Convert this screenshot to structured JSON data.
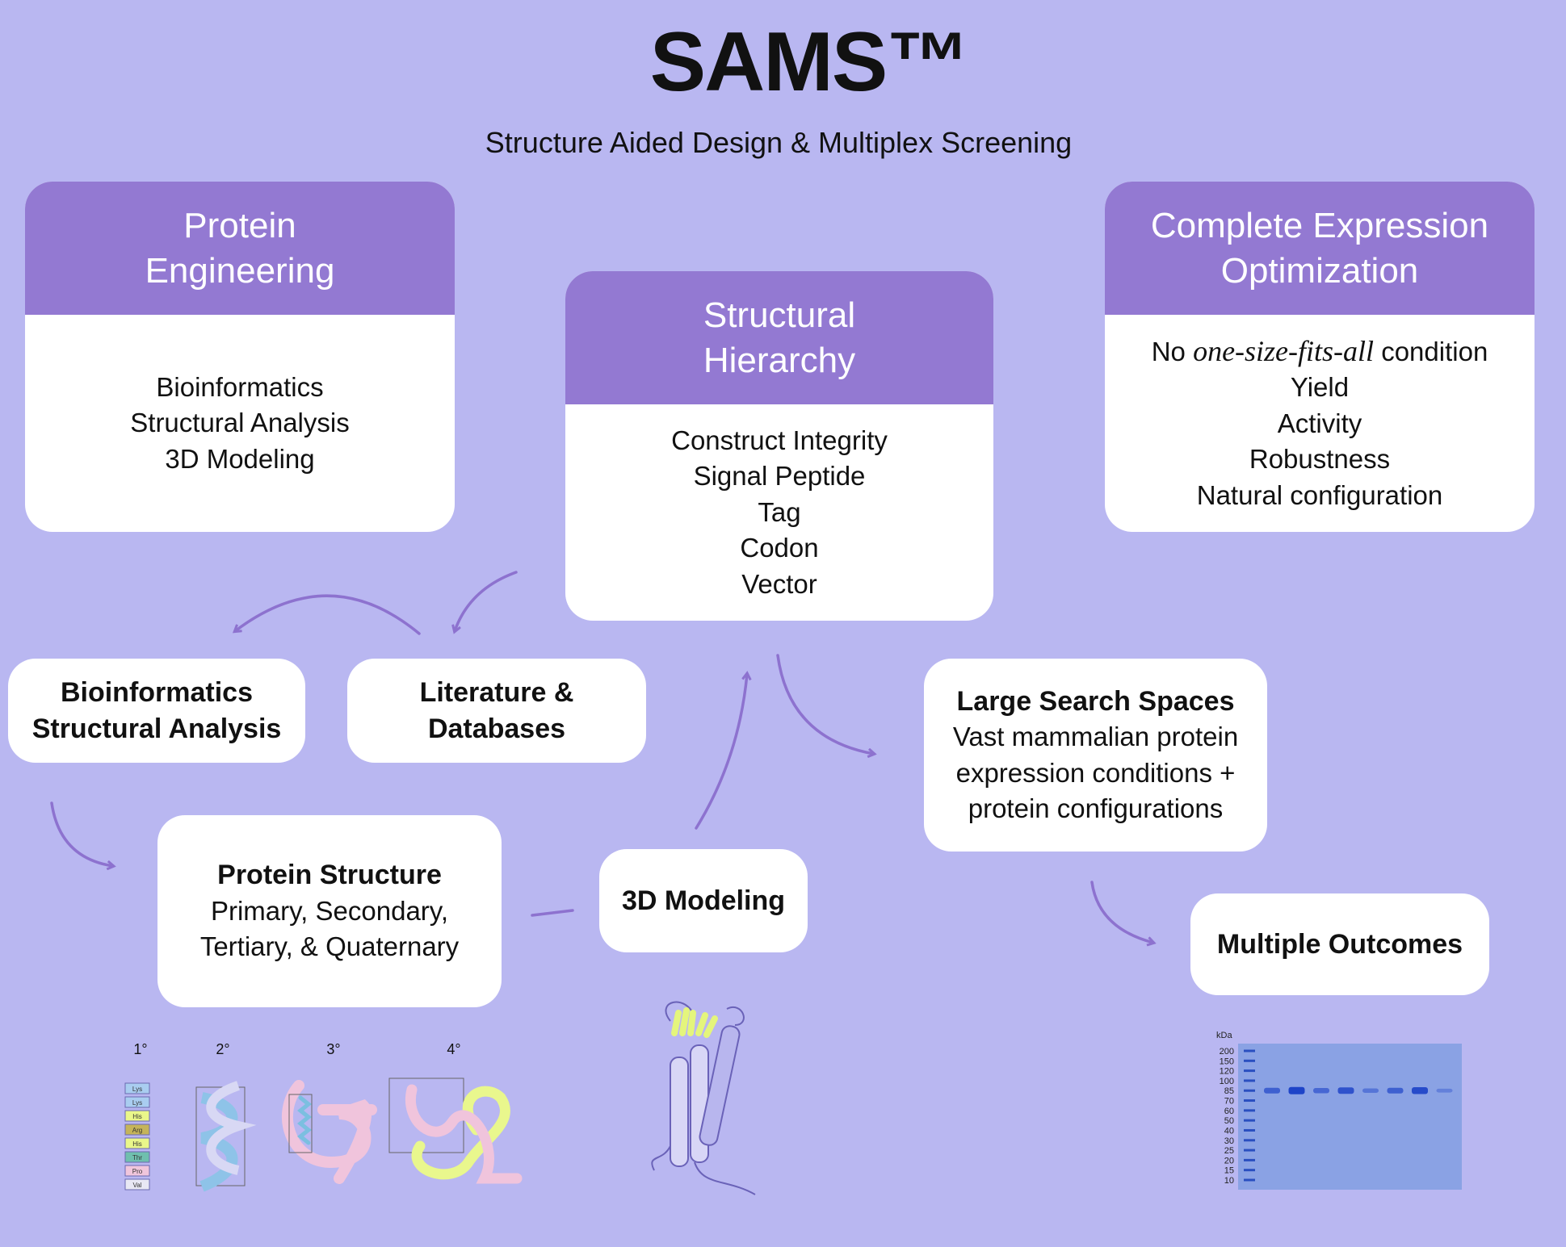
{
  "title": "SAMS™",
  "subtitle": "Structure Aided Design & Multiplex Screening",
  "colors": {
    "background": "#b9b7f1",
    "header": "#9379d2",
    "arrow": "#8d72cf"
  },
  "protein_engineering": {
    "header": [
      "Protein",
      "Engineering"
    ],
    "items": [
      "Bioinformatics",
      "Structural Analysis",
      "3D Modeling"
    ]
  },
  "structural_hierarchy": {
    "header": [
      "Structural",
      "Hierarchy"
    ],
    "items": [
      "Construct Integrity",
      "Signal Peptide",
      "Tag",
      "Codon",
      "Vector"
    ]
  },
  "complete_expression": {
    "header": [
      "Complete Expression",
      "Optimization"
    ],
    "first_line": {
      "pre": "No ",
      "italic": "one-size-fits-all",
      "post": " condition"
    },
    "items": [
      "Yield",
      "Activity",
      "Robustness",
      "Natural configuration"
    ]
  },
  "bioinformatics": {
    "lines": [
      "Bioinformatics",
      "Structural Analysis"
    ]
  },
  "literature": {
    "lines": [
      "Literature &",
      "Databases"
    ]
  },
  "large_search": {
    "title": "Large Search Spaces",
    "lines": [
      "Vast mammalian protein",
      "expression conditions +",
      "protein configurations"
    ]
  },
  "protein_structure": {
    "title": "Protein Structure",
    "lines": [
      "Primary, Secondary,",
      "Tertiary, & Quaternary"
    ]
  },
  "modeling": {
    "label": "3D Modeling"
  },
  "outcomes": {
    "label": "Multiple Outcomes"
  },
  "structure_levels": [
    "1°",
    "2°",
    "3°",
    "4°"
  ],
  "amino_acids": [
    {
      "name": "Lys",
      "color": "#a9cdf0"
    },
    {
      "name": "Lys",
      "color": "#a9cdf0"
    },
    {
      "name": "His",
      "color": "#eaf78a"
    },
    {
      "name": "Arg",
      "color": "#c5b45a"
    },
    {
      "name": "His",
      "color": "#eaf78a"
    },
    {
      "name": "Thr",
      "color": "#6fbfae"
    },
    {
      "name": "Pro",
      "color": "#f0c6dc"
    },
    {
      "name": "Val",
      "color": "#e8e8f4"
    }
  ],
  "gel": {
    "unit": "kDa",
    "ladder": [
      "200",
      "150",
      "120",
      "100",
      "85",
      "70",
      "60",
      "50",
      "40",
      "30",
      "25",
      "20",
      "15",
      "10"
    ],
    "band_intensity": [
      0.6,
      1.0,
      0.5,
      0.8,
      0.3,
      0.6,
      0.9,
      0.15
    ]
  }
}
